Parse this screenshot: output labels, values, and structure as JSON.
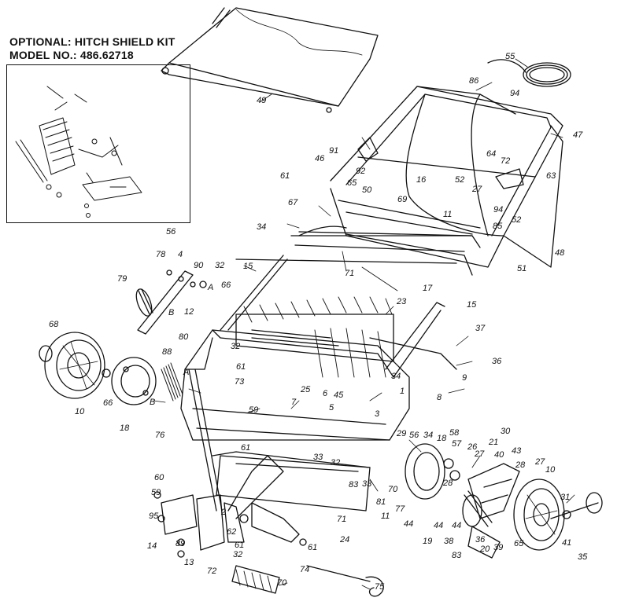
{
  "kit": {
    "line1": "OPTIONAL: HITCH SHIELD KIT",
    "line2": "MODEL NO.: 486.62718"
  },
  "parts": {
    "p49": "49",
    "p55": "55",
    "p86": "86",
    "p94": "94",
    "p47": "47",
    "p91": "91",
    "p46": "46",
    "p64": "64",
    "p72": "72",
    "p63": "63",
    "p61": "61",
    "p92": "92",
    "p65": "65",
    "p50": "50",
    "p16": "16",
    "p52": "52",
    "p27": "27",
    "p67": "67",
    "p69": "69",
    "p11": "11",
    "p85": "85",
    "p34": "34",
    "p48": "48",
    "p71": "71",
    "p51": "51",
    "p17": "17",
    "p56": "56",
    "p78": "78",
    "p4": "4",
    "p90": "90",
    "p32": "32",
    "pA": "A",
    "p79": "79",
    "p66": "66",
    "p12": "12",
    "pB": "B",
    "p15": "15",
    "p23": "23",
    "p37": "37",
    "p36": "36",
    "p68": "68",
    "p88": "88",
    "p80": "80",
    "p9": "9",
    "p8": "8",
    "p10": "10",
    "p18": "18",
    "p73": "73",
    "p7": "7",
    "p76": "76",
    "p25": "25",
    "p5": "5",
    "p45": "45",
    "p3": "3",
    "p1": "1",
    "p6": "6",
    "p59": "59",
    "p29": "29",
    "p58": "58",
    "p57": "57",
    "p26": "26",
    "p21": "21",
    "p30": "30",
    "p43": "43",
    "p28": "28",
    "p33": "33",
    "p40": "40",
    "p60": "60",
    "p95": "95",
    "p70": "70",
    "p81": "81",
    "p77": "77",
    "p44": "44",
    "p14": "14",
    "p89": "89",
    "p62": "62",
    "p2": "2",
    "p24": "24",
    "p38": "38",
    "p19": "19",
    "p39": "39",
    "p20": "20",
    "p13": "13",
    "p31": "31",
    "p41": "41",
    "p35": "35",
    "p83": "83",
    "p74": "74",
    "p75": "75"
  }
}
